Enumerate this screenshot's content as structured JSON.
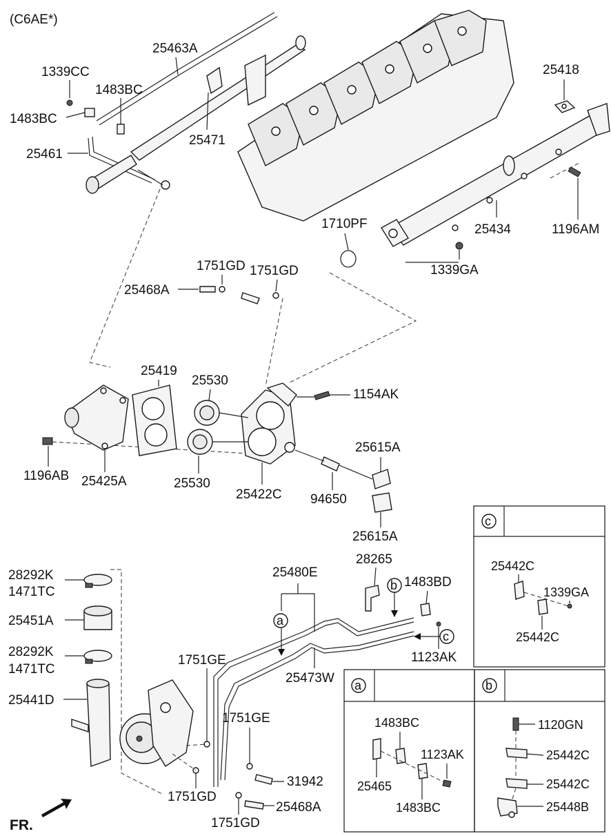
{
  "header": {
    "model_code": "(C6AE*)"
  },
  "labels": {
    "p25463A": "25463A",
    "p1339CC": "1339CC",
    "p1483BC_top": "1483BC",
    "p1483BC_left": "1483BC",
    "p25461": "25461",
    "p25471": "25471",
    "p25418": "25418",
    "p1710PF": "1710PF",
    "p25434": "25434",
    "p1196AM": "1196AM",
    "p1339GA": "1339GA",
    "p1751GD_a": "1751GD",
    "p1751GD_b": "1751GD",
    "p25468A_top": "25468A",
    "p25419": "25419",
    "p25530_top": "25530",
    "p1154AK": "1154AK",
    "p25615A_top": "25615A",
    "p1196AB": "1196AB",
    "p25425A": "25425A",
    "p25530_bot": "25530",
    "p25422C": "25422C",
    "p94650": "94650",
    "p25615A_bot": "25615A",
    "p28292K_1": "28292K",
    "p1471TC_1": "1471TC",
    "p25451A": "25451A",
    "p28292K_2": "28292K",
    "p1471TC_2": "1471TC",
    "p25441D": "25441D",
    "p25480E": "25480E",
    "p28265": "28265",
    "p1483BD": "1483BD",
    "p1123AK_main": "1123AK",
    "p25473W": "25473W",
    "p1751GE_a": "1751GE",
    "p1751GE_b": "1751GE",
    "p31942": "31942",
    "p1751GD_c": "1751GD",
    "p25468A_bot": "25468A",
    "p1751GD_d": "1751GD",
    "fr": "FR."
  },
  "callouts": {
    "a": "a",
    "b": "b",
    "c": "c"
  },
  "detail_c": {
    "marker": "c",
    "labels": {
      "clip_top": "25442C",
      "nut": "1339GA",
      "clip_bot": "25442C"
    }
  },
  "detail_a": {
    "marker": "a",
    "labels": {
      "clamp_top": "1483BC",
      "bolt": "1123AK",
      "bracket": "25465",
      "clamp_bot": "1483BC"
    }
  },
  "detail_b": {
    "marker": "b",
    "labels": {
      "bolt": "1120GN",
      "clip_1": "25442C",
      "clip_2": "25442C",
      "clip_3": "25448B"
    }
  }
}
